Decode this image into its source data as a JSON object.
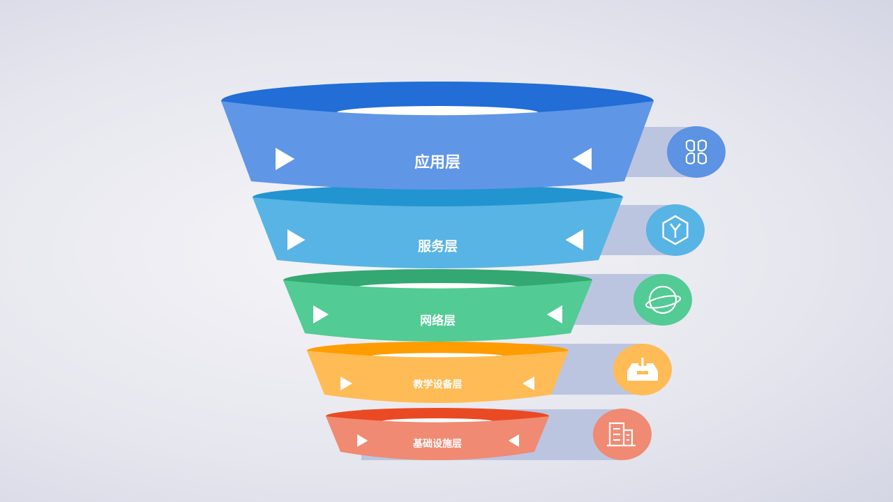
{
  "layers": [
    {
      "label": "应用层",
      "icon": "apps-icon",
      "colors": {
        "rim": "#226dd6",
        "body": "#6096e6",
        "circle": "#5c93e3"
      }
    },
    {
      "label": "服务层",
      "icon": "hexagon-y-icon",
      "colors": {
        "rim": "#2294d0",
        "body": "#58b4e4",
        "circle": "#58b4e4"
      }
    },
    {
      "label": "网络层",
      "icon": "planet-icon",
      "colors": {
        "rim": "#34a872",
        "body": "#52cb94",
        "circle": "#52cb94"
      }
    },
    {
      "label": "教学设备层",
      "icon": "inbox-download-icon",
      "colors": {
        "rim": "#ff9c00",
        "body": "#ffbb55",
        "circle": "#ffbb55"
      }
    },
    {
      "label": "基础设施层",
      "icon": "building-icon",
      "colors": {
        "rim": "#ea4a23",
        "body": "#f08a72",
        "circle": "#f08a72"
      }
    }
  ],
  "band_color": "#bcc5e0"
}
